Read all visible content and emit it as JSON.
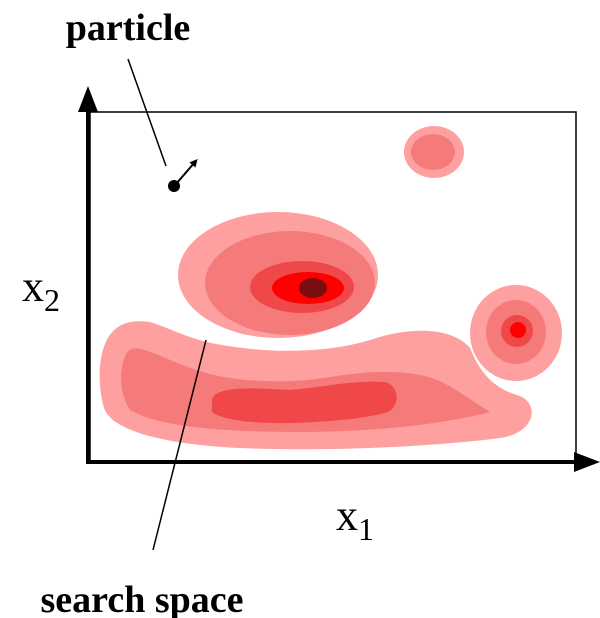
{
  "labels": {
    "particle": "particle",
    "search_space": "search space",
    "x1_base": "x",
    "x1_sub": "1",
    "x2_base": "x",
    "x2_sub": "2"
  },
  "colors": {
    "level1": "#ffa0a0",
    "level2": "#f57a7a",
    "level3": "#f04848",
    "level4": "#ff0000",
    "peak": "#7a0d0d",
    "axis": "#000000"
  }
}
